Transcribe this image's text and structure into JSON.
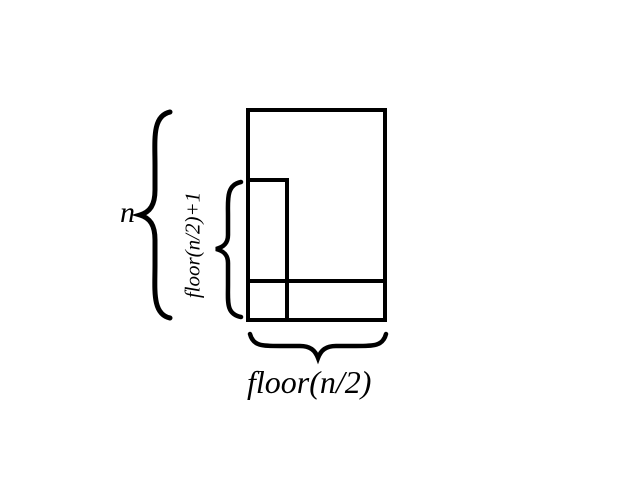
{
  "labels": {
    "n": "n",
    "inner": "floor(n/2)+1",
    "bottom": "floor(n/2)"
  },
  "colors": {
    "stroke": "#000000",
    "background": "#ffffff"
  }
}
